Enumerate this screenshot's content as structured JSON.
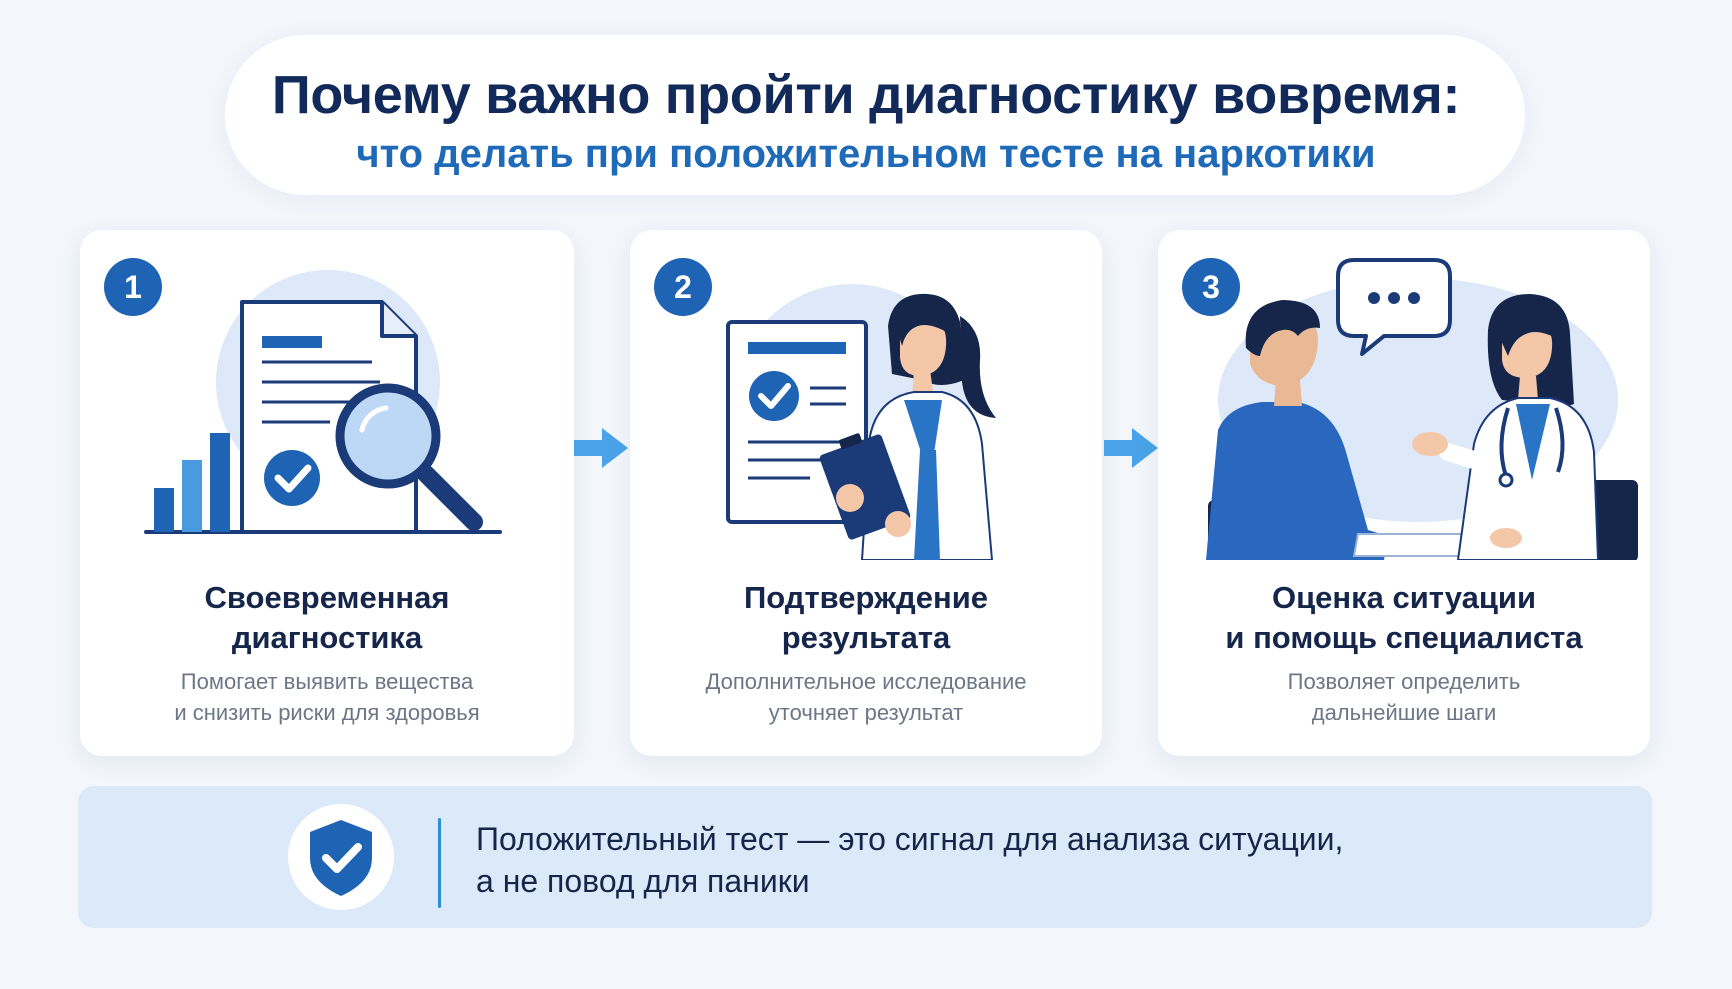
{
  "header": {
    "title": "Почему важно пройти диагностику вовремя:",
    "subtitle": "что делать при положительном тесте на наркотики"
  },
  "cards": [
    {
      "number": "1",
      "title_lines": [
        "Своевременная",
        "диагностика"
      ],
      "desc_lines": [
        "Помогает выявить вещества",
        "и снизить риски для здоровья"
      ]
    },
    {
      "number": "2",
      "title_lines": [
        "Подтверждение",
        "результата"
      ],
      "desc_lines": [
        "Дополнительное исследование",
        "уточняет результат"
      ]
    },
    {
      "number": "3",
      "title_lines": [
        "Оценка ситуации",
        "и помощь специалиста"
      ],
      "desc_lines": [
        "Позволяет определить",
        "дальнейшие шаги"
      ]
    }
  ],
  "footer": {
    "text_lines": [
      "Положительный тест — это сигнал для анализа ситуации,",
      "а не повод для паники"
    ]
  },
  "colors": {
    "primary": "#1f63b4",
    "navy": "#15264a",
    "accent_blue": "#1f6ab8",
    "arrow": "#4aa3e8",
    "footer_bg": "#dce9f8"
  },
  "icons": [
    "document-magnifier-chart-icon",
    "doctor-clipboard-icon",
    "consultation-icon",
    "arrow-right-icon",
    "shield-check-icon"
  ]
}
